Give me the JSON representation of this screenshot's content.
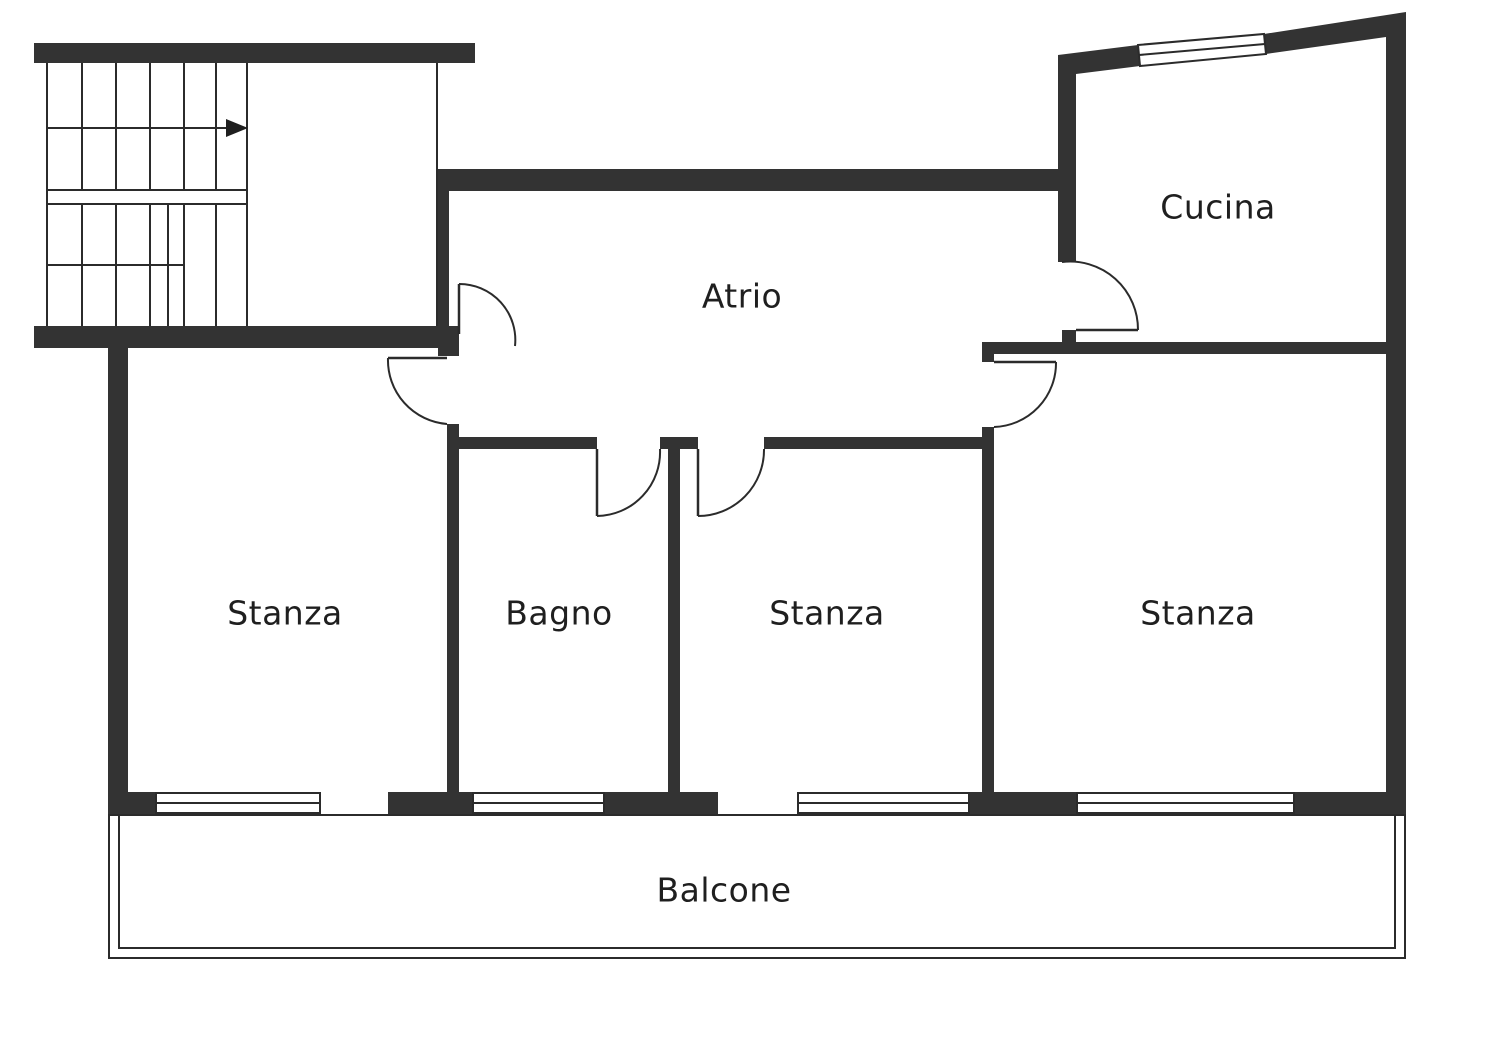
{
  "rooms": {
    "atrio": "Atrio",
    "cucina": "Cucina",
    "stanza_left": "Stanza",
    "bagno": "Bagno",
    "stanza_middle": "Stanza",
    "stanza_right": "Stanza",
    "balcone": "Balcone"
  },
  "colors": {
    "wall": "#333333",
    "background": "#ffffff"
  },
  "icons": {
    "stair_direction": "arrow-right-icon"
  }
}
